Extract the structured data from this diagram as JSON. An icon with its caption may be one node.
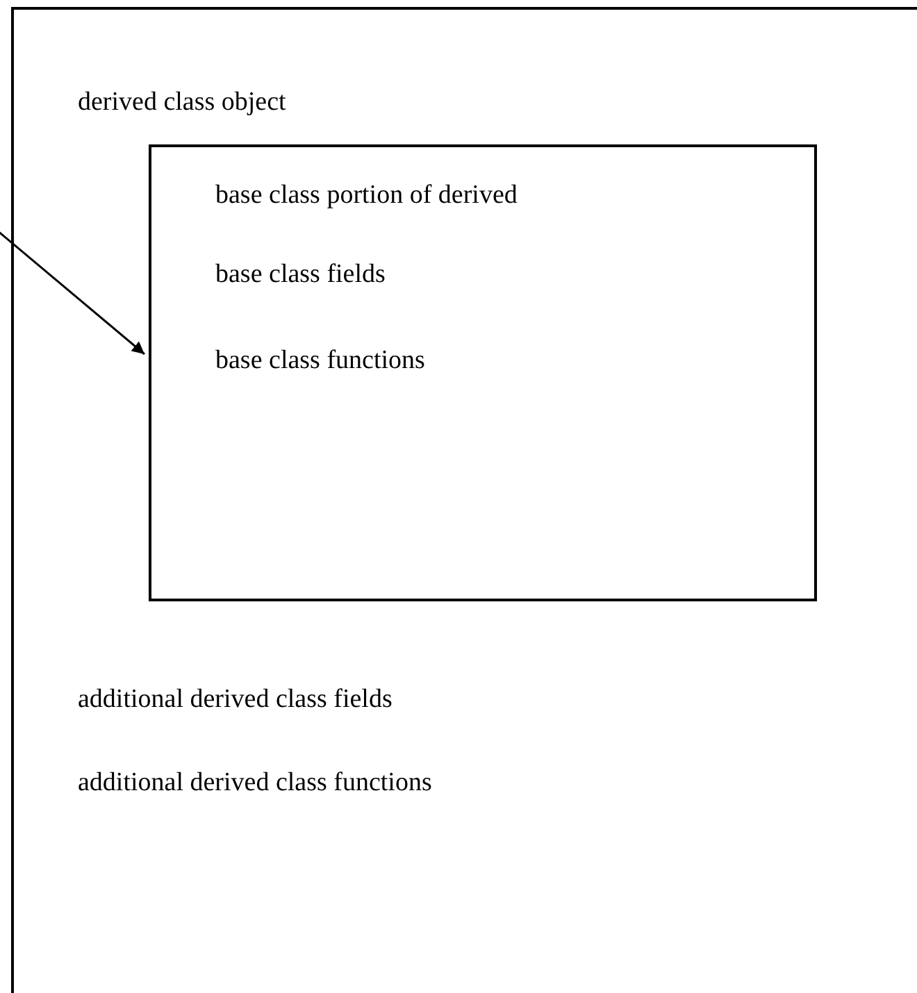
{
  "diagram": {
    "nodes": [
      {
        "text": [
          "derived class object",
          "additional derived class fields",
          "additional derived class functions"
        ]
      },
      {
        "text": [
          "base class portion of derived",
          "base class fields",
          "base class functions"
        ],
        "in": 0
      }
    ],
    "edges": [
      {
        "from": null,
        "to": 1,
        "arrow": "to"
      }
    ]
  }
}
